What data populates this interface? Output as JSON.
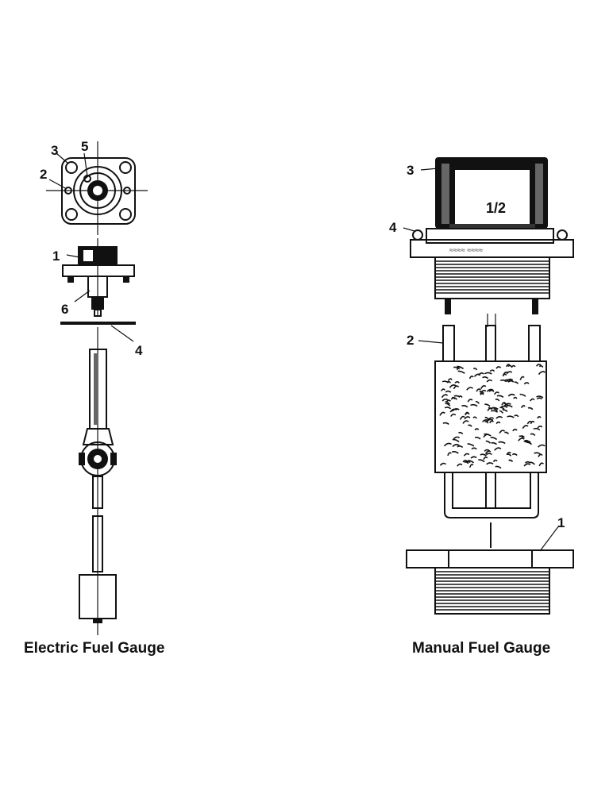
{
  "electric_gauge": {
    "caption": "Electric Fuel Gauge",
    "callouts": {
      "c1": "1",
      "c2": "2",
      "c3": "3",
      "c4": "4",
      "c5": "5",
      "c6": "6"
    }
  },
  "manual_gauge": {
    "caption": "Manual Fuel Gauge",
    "callouts": {
      "c1": "1",
      "c2": "2",
      "c3": "3",
      "c4": "4"
    },
    "sight_glass_mark": "1/2"
  }
}
